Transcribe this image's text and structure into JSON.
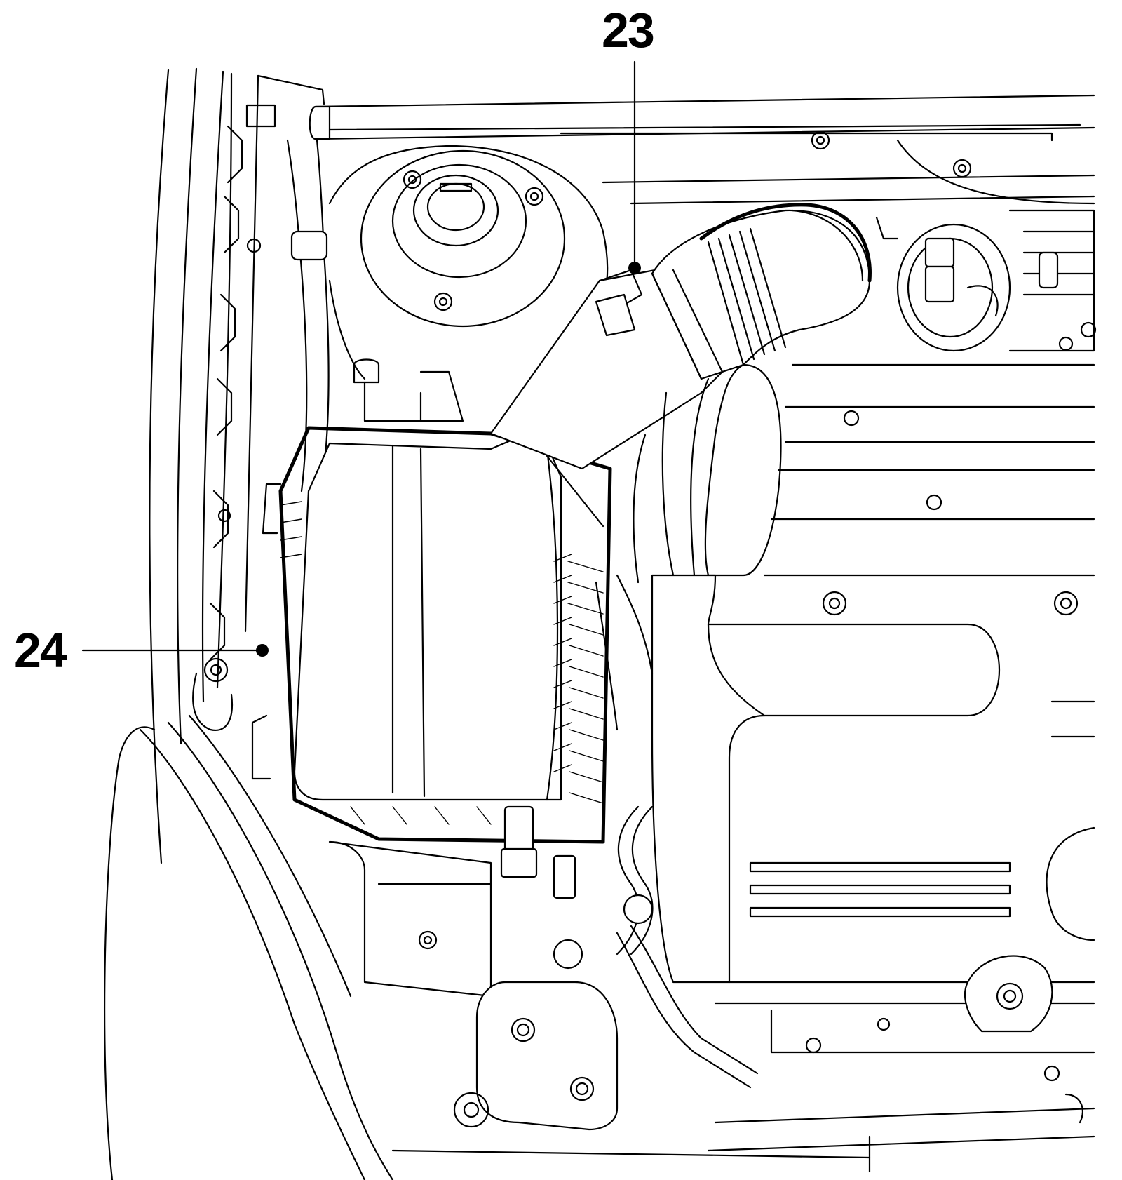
{
  "callouts": [
    {
      "id": "23",
      "text": "23"
    },
    {
      "id": "24",
      "text": "24"
    }
  ],
  "colors": {
    "line": "#000000",
    "background": "#ffffff"
  }
}
